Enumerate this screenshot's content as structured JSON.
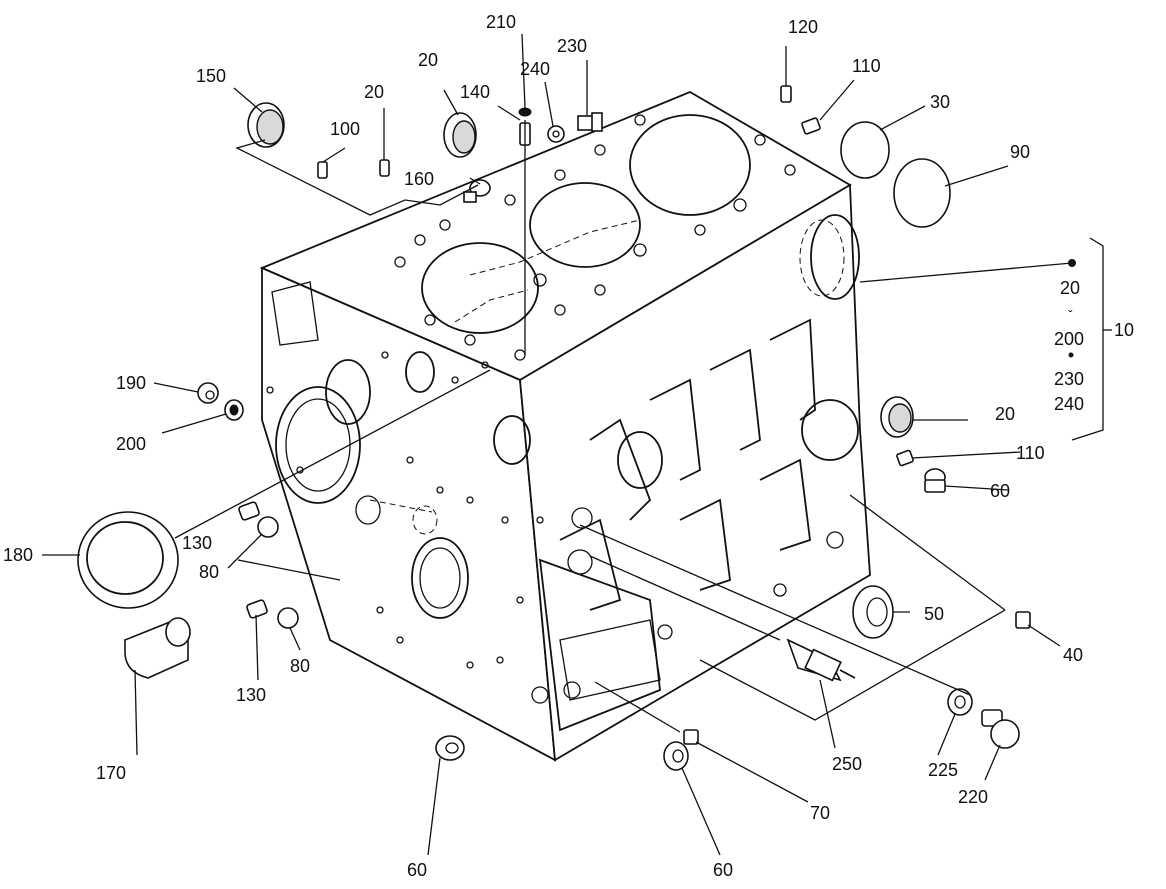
{
  "diagram": {
    "callouts": [
      {
        "id": "c150",
        "text": "150"
      },
      {
        "id": "c100",
        "text": "100"
      },
      {
        "id": "c20a",
        "text": "20"
      },
      {
        "id": "c20b",
        "text": "20"
      },
      {
        "id": "c140",
        "text": "140"
      },
      {
        "id": "c210",
        "text": "210"
      },
      {
        "id": "c240",
        "text": "240"
      },
      {
        "id": "c230",
        "text": "230"
      },
      {
        "id": "c160",
        "text": "160"
      },
      {
        "id": "c120",
        "text": "120"
      },
      {
        "id": "c110a",
        "text": "110"
      },
      {
        "id": "c30",
        "text": "30"
      },
      {
        "id": "c90",
        "text": "90"
      },
      {
        "id": "c190",
        "text": "190"
      },
      {
        "id": "c200",
        "text": "200"
      },
      {
        "id": "c180",
        "text": "180"
      },
      {
        "id": "c130a",
        "text": "130"
      },
      {
        "id": "c80a",
        "text": "80"
      },
      {
        "id": "c130b",
        "text": "130"
      },
      {
        "id": "c80b",
        "text": "80"
      },
      {
        "id": "c170",
        "text": "170"
      },
      {
        "id": "c20c",
        "text": "20"
      },
      {
        "id": "c110b",
        "text": "110"
      },
      {
        "id": "c60a",
        "text": "60"
      },
      {
        "id": "c50",
        "text": "50"
      },
      {
        "id": "c40",
        "text": "40"
      },
      {
        "id": "c250",
        "text": "250"
      },
      {
        "id": "c225",
        "text": "225"
      },
      {
        "id": "c220",
        "text": "220"
      },
      {
        "id": "c70",
        "text": "70"
      },
      {
        "id": "c60b",
        "text": "60"
      },
      {
        "id": "c60c",
        "text": "60"
      }
    ],
    "kit": {
      "label": "10",
      "items": [
        "20",
        "200",
        "230",
        "240"
      ]
    }
  }
}
